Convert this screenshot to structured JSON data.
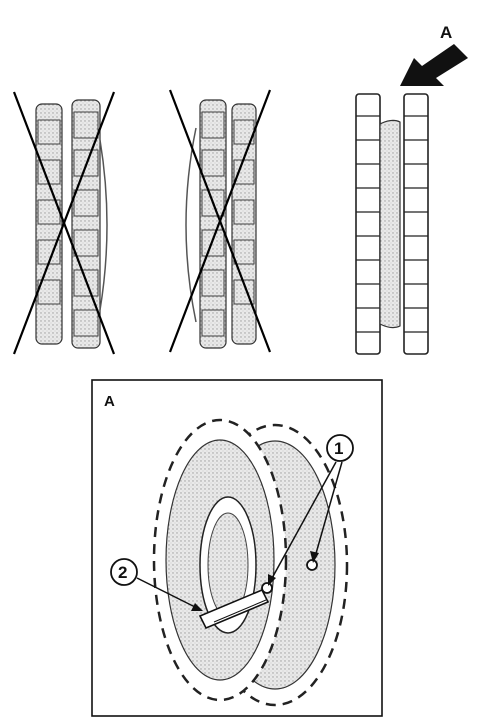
{
  "view_label_top": "A",
  "detail_panel": {
    "label": "A"
  },
  "callouts": [
    {
      "number": "1"
    },
    {
      "number": "2"
    }
  ]
}
